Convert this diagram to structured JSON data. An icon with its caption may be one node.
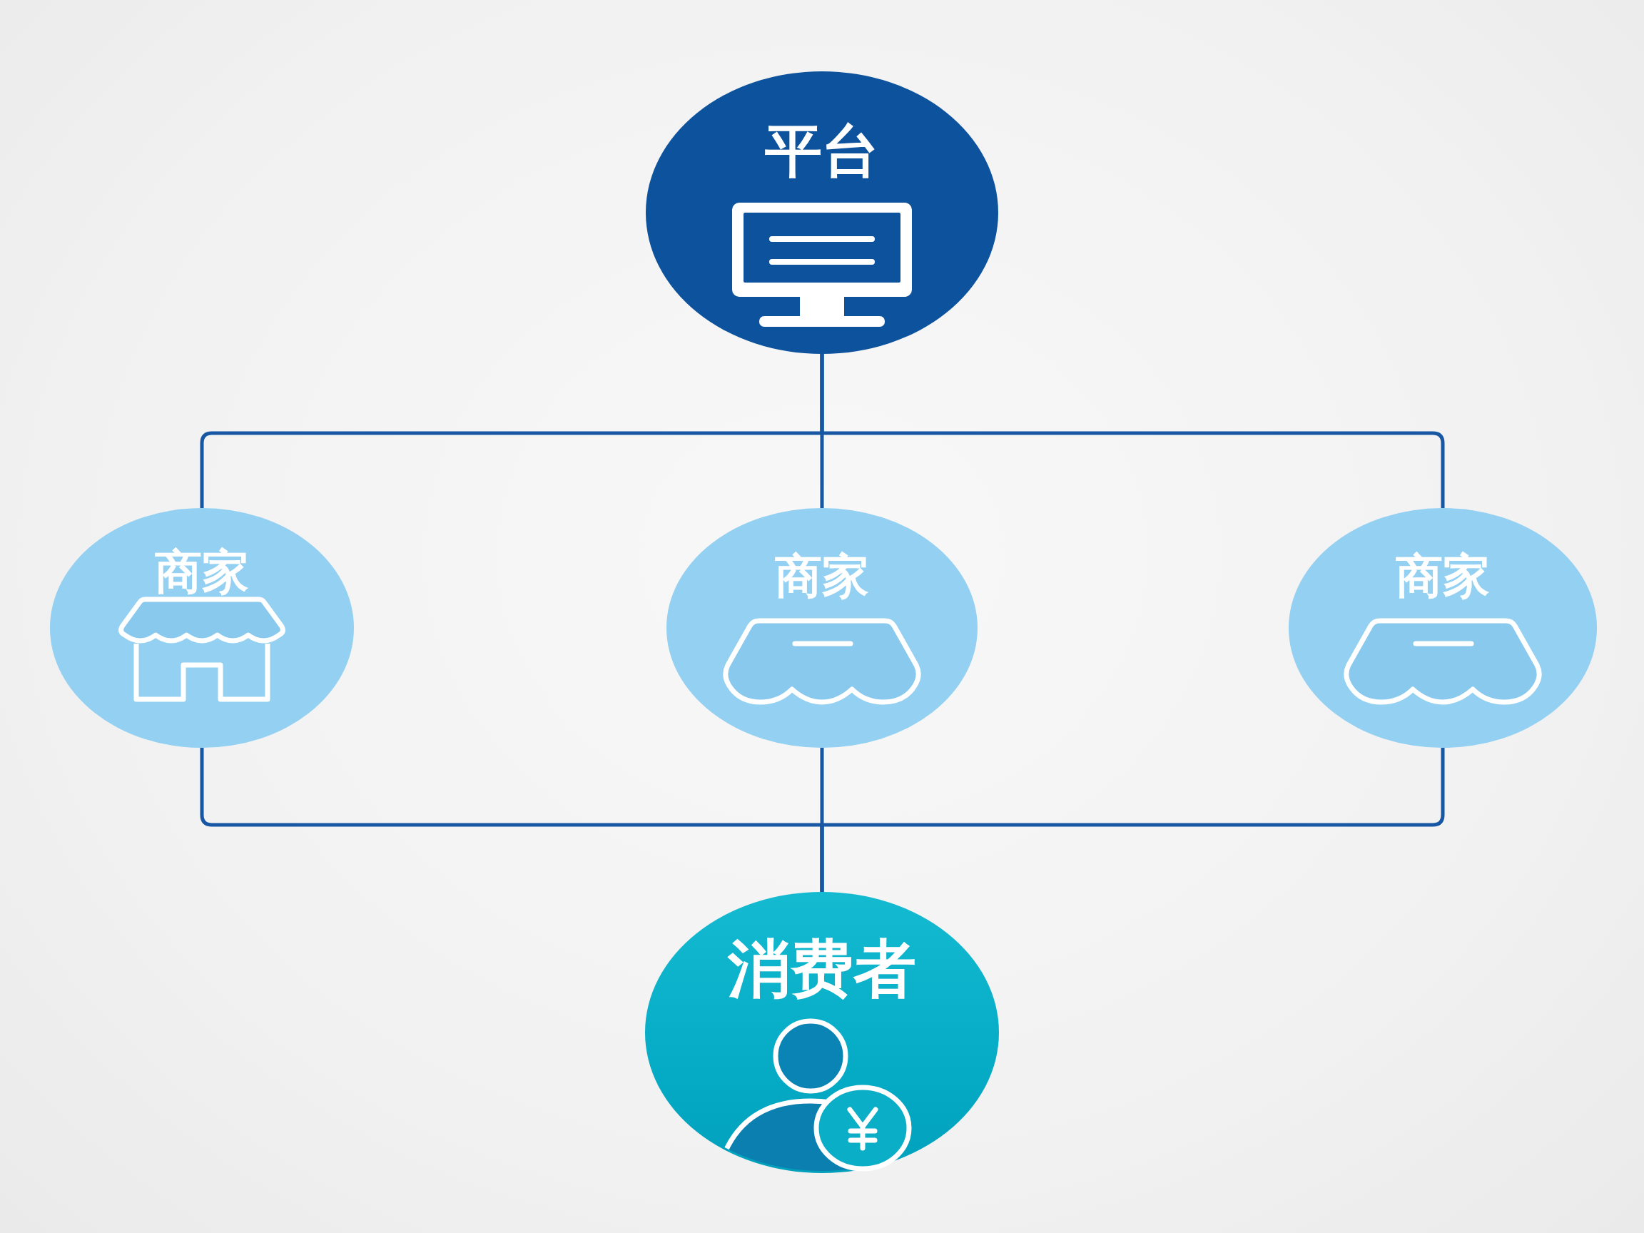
{
  "diagram": {
    "nodes": [
      {
        "text": [
          "平台"
        ]
      },
      {
        "text": [
          "商家"
        ]
      },
      {
        "text": [
          "商家"
        ]
      },
      {
        "text": [
          "商家"
        ]
      },
      {
        "text": [
          "消费者"
        ]
      }
    ],
    "edges": [
      {
        "from": 0,
        "to": 1,
        "arrow": "none"
      },
      {
        "from": 0,
        "to": 2,
        "arrow": "none"
      },
      {
        "from": 0,
        "to": 3,
        "arrow": "none"
      },
      {
        "from": 1,
        "to": 4,
        "arrow": "none"
      },
      {
        "from": 2,
        "to": 4,
        "arrow": "none"
      },
      {
        "from": 3,
        "to": 4,
        "arrow": "none"
      }
    ]
  }
}
